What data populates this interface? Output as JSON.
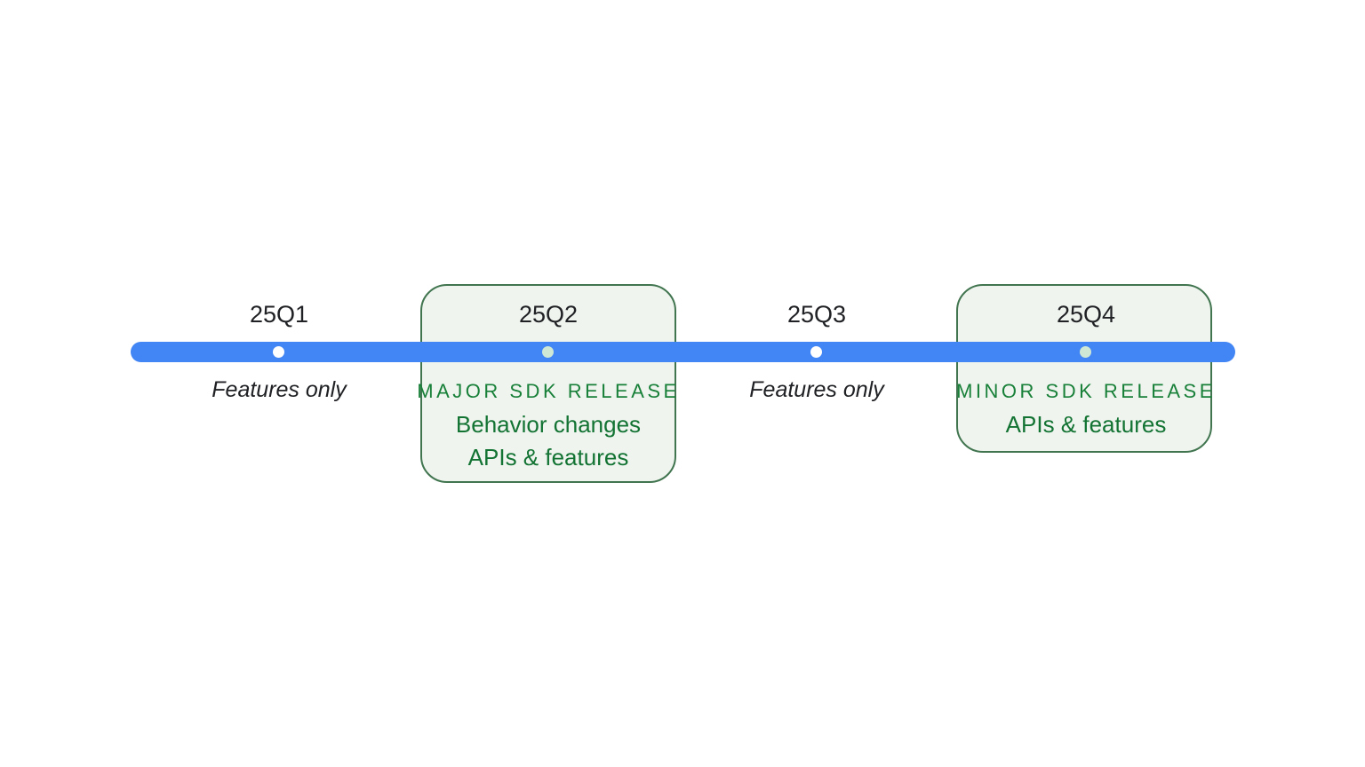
{
  "diagram": {
    "type": "timeline",
    "subject": "2025 quarterly SDK release schedule",
    "colors": {
      "bar_blue": "#4285f4",
      "dot_plain": "#ffffff",
      "dot_boxed": "#cfe8d6",
      "box_background": "#eff4ef",
      "box_border": "#41754f",
      "heading_green": "#188038",
      "body_green": "#137333",
      "label_dark": "#202124",
      "page_background": "#ffffff"
    },
    "quarters": [
      {
        "label": "25Q1",
        "boxed": false,
        "lines": [
          {
            "text": "Features only",
            "style": "italic"
          }
        ]
      },
      {
        "label": "25Q2",
        "boxed": true,
        "lines": [
          {
            "text": "MAJOR SDK RELEASE",
            "style": "heading"
          },
          {
            "text": "Behavior changes",
            "style": "body"
          },
          {
            "text": "APIs & features",
            "style": "body"
          }
        ]
      },
      {
        "label": "25Q3",
        "boxed": false,
        "lines": [
          {
            "text": "Features only",
            "style": "italic"
          }
        ]
      },
      {
        "label": "25Q4",
        "boxed": true,
        "lines": [
          {
            "text": "MINOR SDK RELEASE",
            "style": "heading"
          },
          {
            "text": "APIs & features",
            "style": "body"
          }
        ]
      }
    ]
  }
}
